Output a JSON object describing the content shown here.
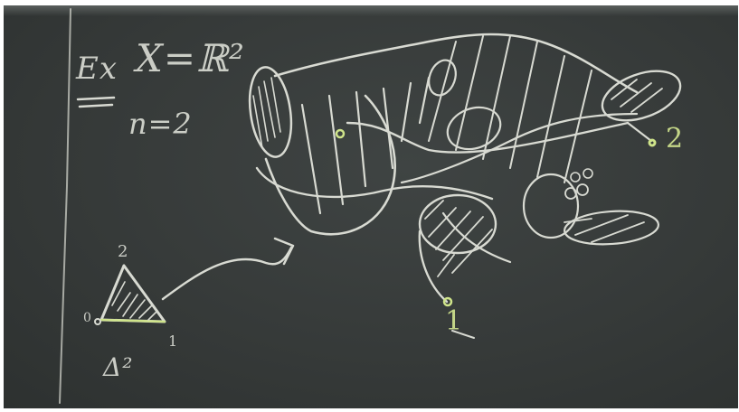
{
  "board": {
    "example_label": "Ex",
    "space_label": "X=ℝ²",
    "dim_label": "n=2",
    "simplex_label": "Δ²",
    "vertex_0": "0",
    "vertex_1": "1",
    "vertex_2": "2",
    "point_1": "1",
    "point_2": "2"
  },
  "colors": {
    "board": "#363a39",
    "chalk": "#d8dad2",
    "chalk_green": "#cfe48a"
  }
}
